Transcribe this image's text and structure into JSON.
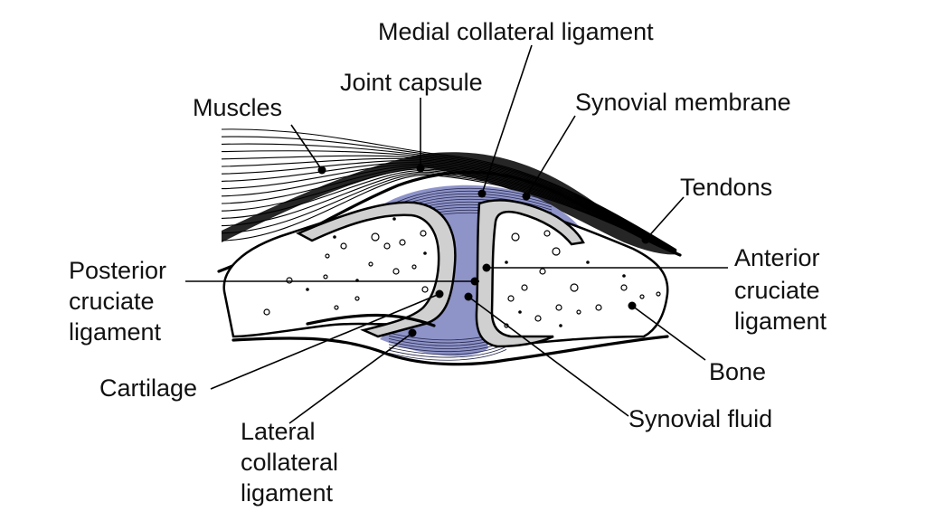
{
  "labels": {
    "medial_collateral_ligament": "Medial collateral ligament",
    "joint_capsule": "Joint capsule",
    "muscles": "Muscles",
    "synovial_membrane": "Synovial membrane",
    "tendons": "Tendons",
    "posterior_cruciate_ligament": [
      "Posterior",
      "cruciate",
      "ligament"
    ],
    "anterior_cruciate_ligament": [
      "Anterior",
      "cruciate",
      "ligament"
    ],
    "bone": "Bone",
    "cartilage": "Cartilage",
    "synovial_fluid": "Synovial fluid",
    "lateral_collateral_ligament": [
      "Lateral",
      "collateral",
      "ligament"
    ]
  },
  "colors": {
    "synovial_fluid": "#8e93c8",
    "cartilage": "#d0d0d0",
    "ink": "#000000",
    "background": "#ffffff"
  }
}
